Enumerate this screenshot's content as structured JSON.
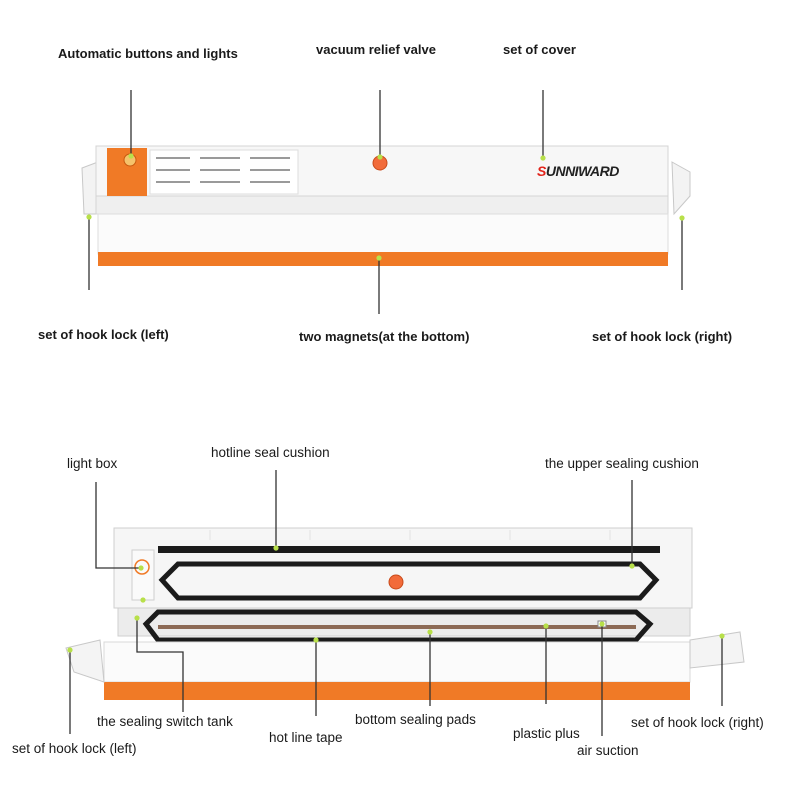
{
  "top_labels": {
    "buttons_lights": "Automatic buttons and lights",
    "relief_valve": "vacuum relief valve",
    "cover": "set of cover",
    "hook_left": "set of hook lock (left)",
    "magnets": "two magnets(at the bottom)",
    "hook_right": "set of hook lock (right)"
  },
  "brand": {
    "first": "S",
    "rest": "UNNIWARD"
  },
  "bottom_labels": {
    "light_box": "light box",
    "hotline_cushion": "hotline seal cushion",
    "upper_cushion": "the upper sealing cushion",
    "switch_tank": "the sealing switch tank",
    "bottom_pads": "bottom sealing pads",
    "hook_right": "set of hook lock (right)",
    "plastic_plus": "plastic plus",
    "hook_left": "set of hook lock (left)",
    "hot_line_tape": "hot line tape",
    "air_suction": "air suction"
  },
  "colors": {
    "accent": "#f07a26",
    "marker": "#b8e04a"
  }
}
